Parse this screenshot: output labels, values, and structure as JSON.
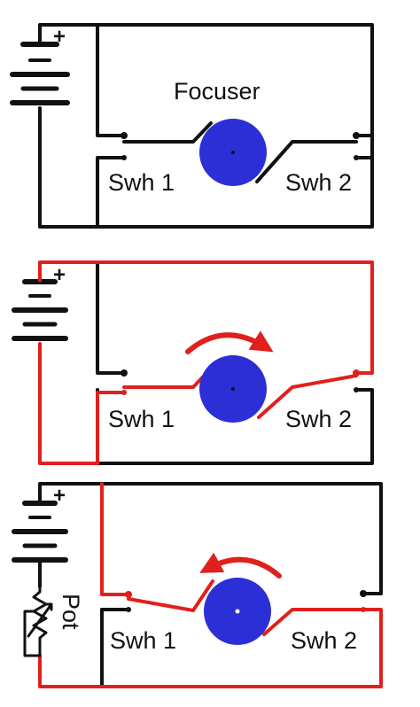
{
  "colors": {
    "wire": "#111111",
    "active": "#e0201c",
    "focuser": "#2c2fd6",
    "background": "#ffffff"
  },
  "panels": [
    {
      "focuser_label": "Focuser",
      "switch_1_label": "Swh 1",
      "switch_2_label": "Swh 2",
      "battery_polarity": "+",
      "rotation_icon": "none"
    },
    {
      "switch_1_label": "Swh 1",
      "switch_2_label": "Swh 2",
      "battery_polarity": "+",
      "rotation_icon": "clockwise-arrow-icon"
    },
    {
      "switch_1_label": "Swh 1",
      "switch_2_label": "Swh 2",
      "battery_polarity": "+",
      "pot_label": "Pot",
      "rotation_icon": "counterclockwise-arrow-icon"
    }
  ]
}
